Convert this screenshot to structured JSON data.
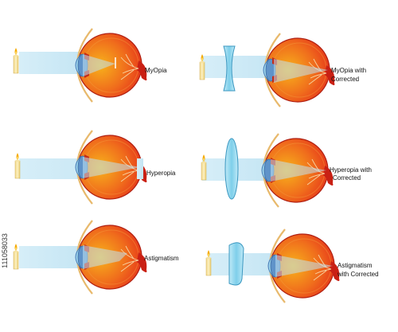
{
  "labels": {
    "myopia": "MyOpia",
    "myopia_corrected_1": "MyOpia with",
    "myopia_corrected_2": "Corrected",
    "hyperopia": "Hyperopia",
    "hyperopia_corrected_1": "Hyperopia with",
    "hyperopia_corrected_2": "Corrected",
    "astigmatism": "Astigmatism",
    "astigmatism_corrected_1": "Astigmatism",
    "astigmatism_corrected_2": "with Corrected"
  },
  "watermark": "111058033",
  "colors": {
    "light_beam": "#c9e8f5",
    "eye_red": "#e8321c",
    "eye_orange": "#f7a21b",
    "sclera_outline": "#e8b96c",
    "lens": "#8ed6ee",
    "candle": "#f8e6a0",
    "flame": "#f5a900",
    "optic_nerve": "#c92014"
  }
}
